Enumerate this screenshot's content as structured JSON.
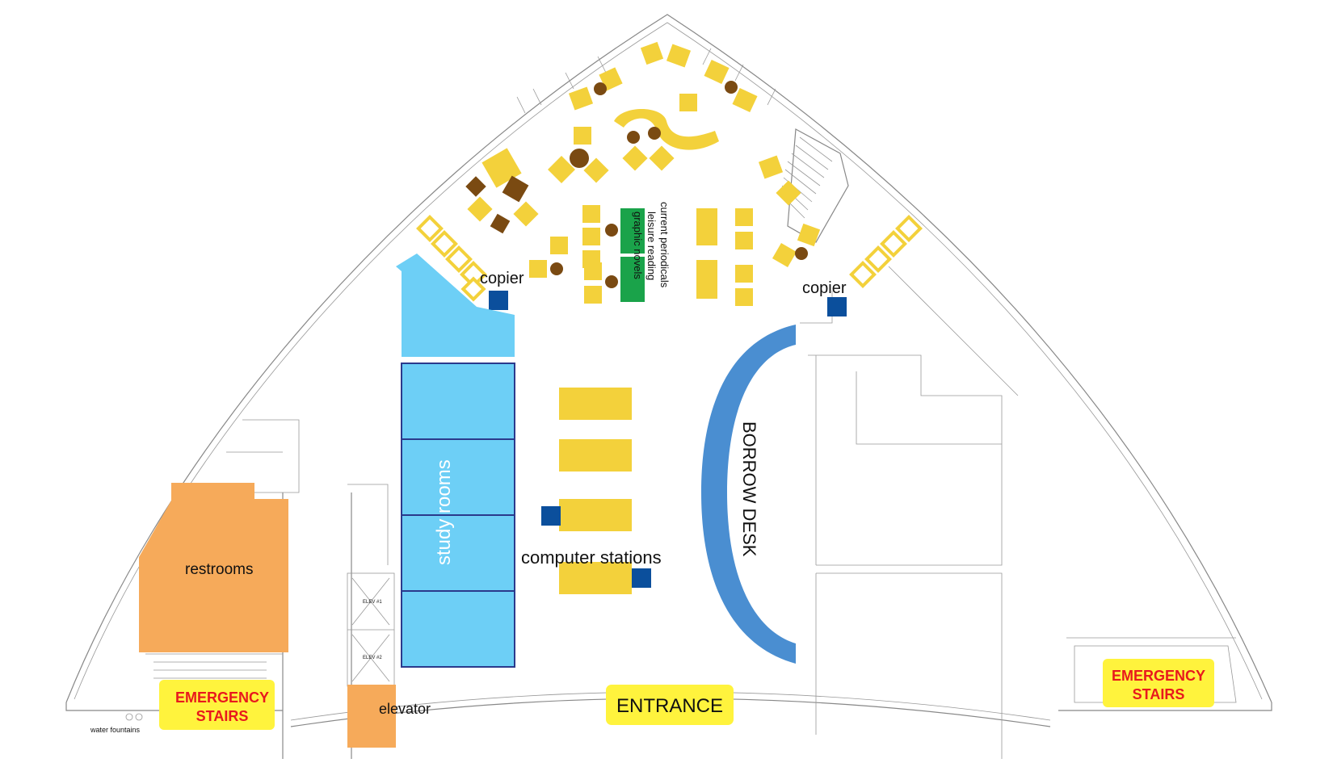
{
  "labels": {
    "copier_left": "copier",
    "copier_right": "copier",
    "current_periodicals": "current periodicals",
    "leisure_reading": "leisure reading",
    "graphic_novels": "graphic novels",
    "study_rooms": "study rooms",
    "computer_stations": "computer stations",
    "borrow_desk": "BORROW DESK",
    "restrooms": "restrooms",
    "elevator": "elevator",
    "entrance": "ENTRANCE",
    "water_fountains": "water fountains",
    "emergency_left_1": "EMERGENCY",
    "emergency_left_2": "STAIRS",
    "emergency_right_1": "EMERGENCY",
    "emergency_right_2": "STAIRS",
    "elev_car_1": "ELEV #1",
    "elev_car_2": "ELEV #2"
  },
  "colors": {
    "seating_yellow": "#f3d13b",
    "table_brown": "#7a4a12",
    "study_rooms_blue": "#6dcff6",
    "borrow_desk_blue": "#4a8ed1",
    "copier_blue": "#0b4f9c",
    "restroom_orange": "#f6aa5a",
    "shelf_green": "#1aa34a",
    "stairs_highlight": "#fff33d",
    "emergency_text_red": "#e8191d"
  }
}
